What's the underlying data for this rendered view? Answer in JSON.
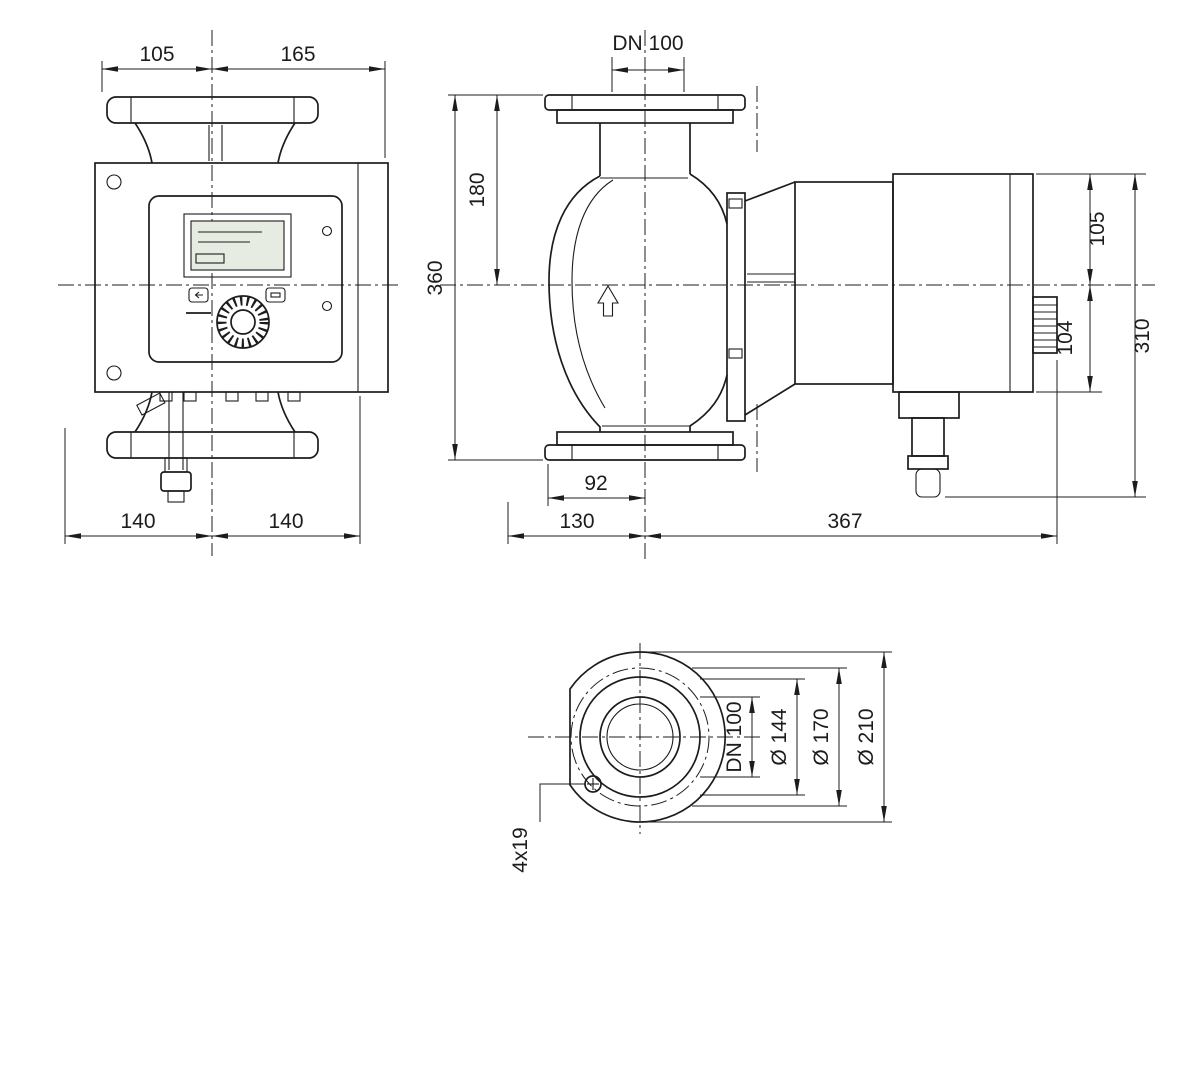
{
  "page": {
    "background": "#ffffff",
    "line_color": "#1c1c1c"
  },
  "front_view": {
    "name": "pump-front-view",
    "dims": {
      "top_left": "105",
      "top_right": "165",
      "bottom_left": "140",
      "bottom_right": "140"
    }
  },
  "side_view": {
    "name": "pump-side-view",
    "dims": {
      "nominal_diameter": "DN 100",
      "flange_to_axis": "180",
      "overall_height": "360",
      "axis_to_suction_edge": "92",
      "suction_side_length": "130",
      "discharge_side_length": "367",
      "axis_to_module_top": "105",
      "axis_to_module_bottom": "104",
      "total_depth": "310"
    }
  },
  "flange_view": {
    "name": "pump-flange-view",
    "dims": {
      "nominal_diameter": "DN 100",
      "raised_face_diameter": "Ø 144",
      "bolt_circle_diameter": "Ø 170",
      "flange_outer_diameter": "Ø 210",
      "bolt_holes": "4x19"
    }
  }
}
